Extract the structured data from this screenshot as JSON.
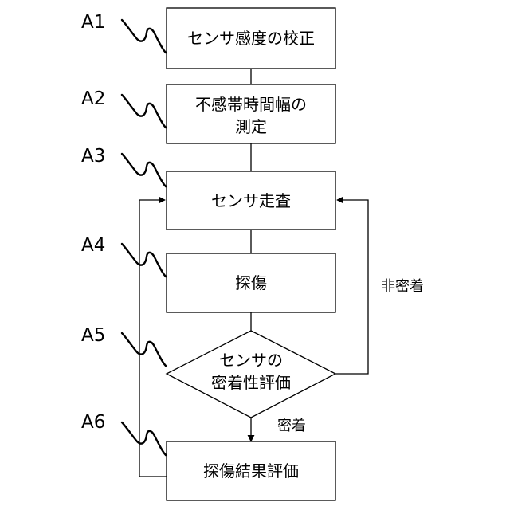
{
  "steps": [
    {
      "id": "A1",
      "lines": [
        "センサ感度の校正"
      ]
    },
    {
      "id": "A2",
      "lines": [
        "不感帯時間幅の",
        "測定"
      ]
    },
    {
      "id": "A3",
      "lines": [
        "センサ走査"
      ]
    },
    {
      "id": "A4",
      "lines": [
        "探傷"
      ]
    },
    {
      "id": "A5",
      "lines": [
        "センサの",
        "密着性評価"
      ]
    },
    {
      "id": "A6",
      "lines": [
        "探傷結果評価"
      ]
    }
  ],
  "edges": {
    "not_adhered": "非密着",
    "adhered": "密着"
  }
}
